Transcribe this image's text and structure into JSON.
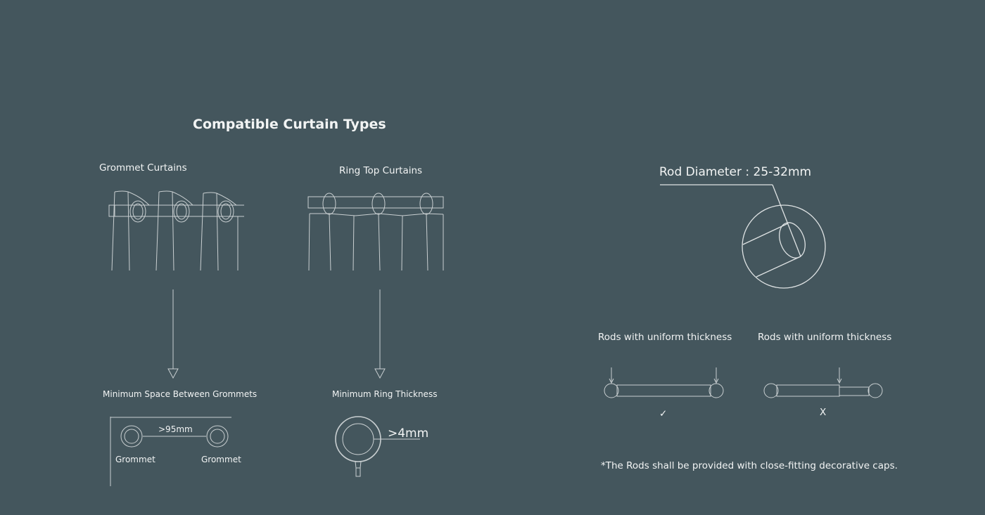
{
  "title": "Compatible Curtain Types",
  "grommet": {
    "label": "Grommet Curtains",
    "spacing_label": "Minimum Space Between Grommets",
    "distance": ">95mm",
    "left_label": "Grommet",
    "right_label": "Grommet"
  },
  "ring": {
    "label": "Ring Top Curtains",
    "thickness_label": "Minimum Ring Thickness",
    "thickness": ">4mm"
  },
  "rod": {
    "diameter_label": "Rod Diameter :  25-32mm",
    "uniform_left": "Rods with uniform thickness",
    "uniform_right": "Rods with uniform thickness",
    "ok_mark": "✓",
    "bad_mark": "X",
    "note": "*The Rods shall be provided with close-fitting decorative caps."
  },
  "colors": {
    "background": "#44565d",
    "line": "#dfe3e4"
  }
}
